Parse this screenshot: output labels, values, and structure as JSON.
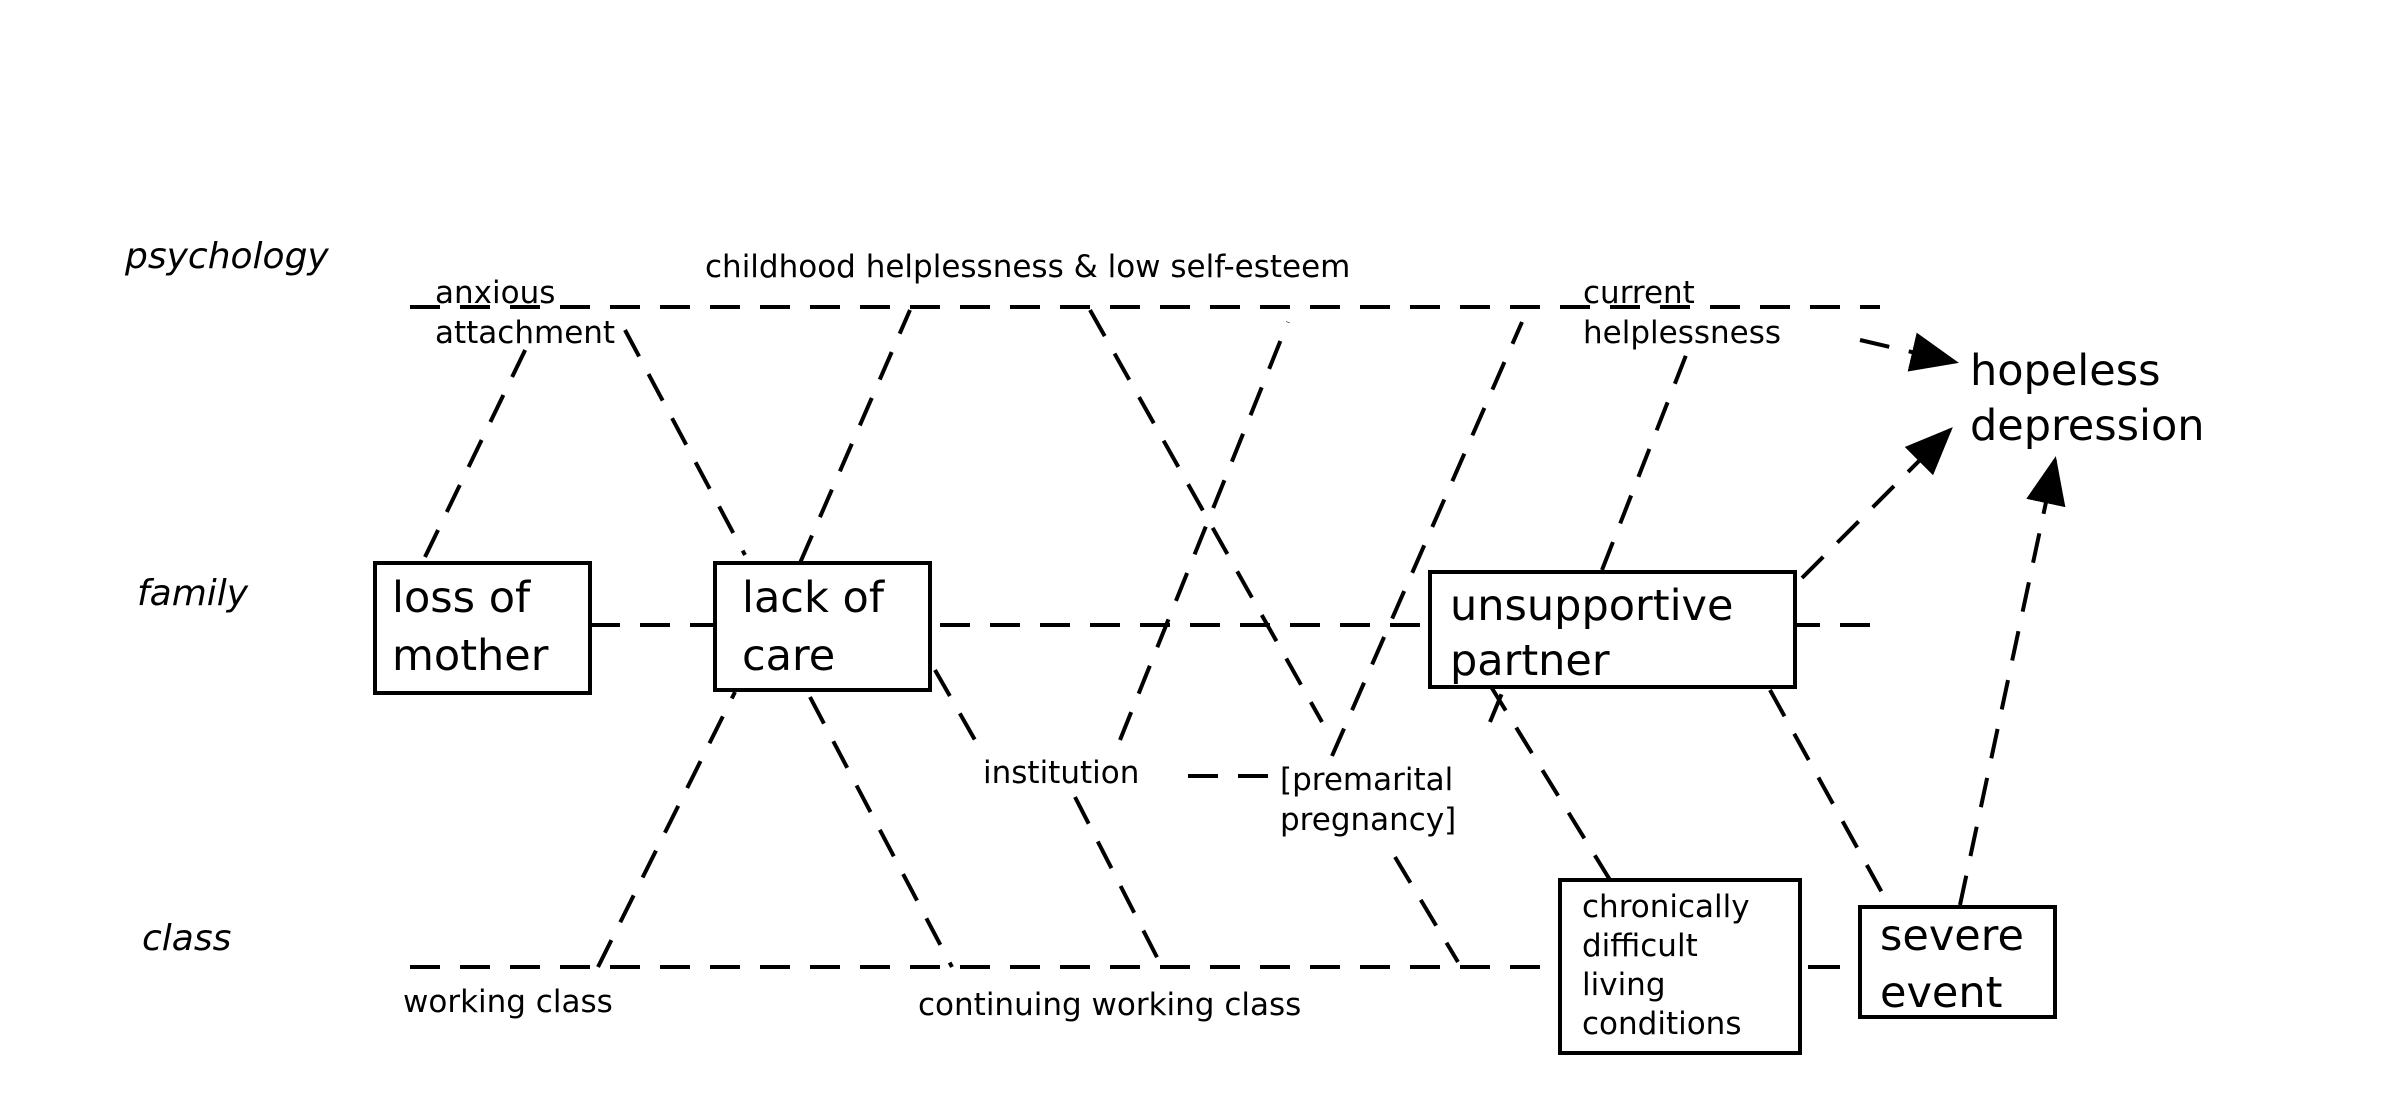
{
  "levels": {
    "psychology": "psychology",
    "family": "family",
    "class": "class"
  },
  "psychology_labels": {
    "anxious": "anxious",
    "attachment": "attachment",
    "childhood": "childhood helplessness & low self-esteem",
    "current": "current",
    "helplessness": "helplessness"
  },
  "boxes": {
    "loss_of_mother": [
      "loss of",
      "mother"
    ],
    "lack_of_care": [
      "lack of",
      "care"
    ],
    "unsupportive_partner": [
      "unsupportive",
      "partner"
    ],
    "chronically_difficult": [
      "chronically",
      "difficult",
      "living",
      "conditions"
    ],
    "severe_event": [
      "severe",
      "event"
    ]
  },
  "mid_labels": {
    "institution": "institution",
    "premarital_1": "[premarital",
    "premarital_2": "pregnancy]"
  },
  "class_labels": {
    "working_class": "working class",
    "continuing_working_class": "continuing working class"
  },
  "outcome": [
    "hopeless",
    "depression"
  ]
}
